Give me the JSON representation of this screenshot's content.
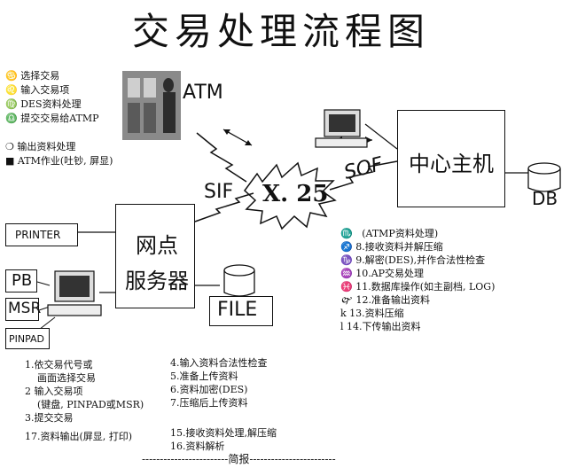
{
  "title": "交易处理流程图",
  "atm": {
    "label": "ATM",
    "steps": [
      {
        "icon": "♋",
        "text": "选择交易"
      },
      {
        "icon": "♌",
        "text": "输入交易项"
      },
      {
        "icon": "♍",
        "text": "DES资料处理"
      },
      {
        "icon": "♎",
        "text": "提交交易给ATMP"
      }
    ],
    "steps2": [
      {
        "icon": "❍",
        "text": "输出资料处理"
      },
      {
        "icon": "■",
        "text": "ATM作业(吐钞, 屏显)"
      }
    ]
  },
  "network": {
    "label": "X. 25",
    "sif": "SIF",
    "sof": "SOF"
  },
  "host": {
    "label": "中心主机",
    "db_label": "DB"
  },
  "server": {
    "line1": "网点",
    "line2": "服务器",
    "file_label": "FILE"
  },
  "peripherals": {
    "printer": "PRINTER",
    "pb": "PB",
    "msr": "MSR",
    "pinpad": "PINPAD"
  },
  "atmp_steps": [
    {
      "icon": "♏",
      "text": "(ATMP资料处理)"
    },
    {
      "icon": "♐",
      "text": "8.接收资料并解压缩"
    },
    {
      "icon": "♑",
      "text": "9.解密(DES),并作合法性检查"
    },
    {
      "icon": "♒",
      "text": "10.AP交易处理"
    },
    {
      "icon": "♓",
      "text": "11.数据库操作(如主副档, LOG)"
    },
    {
      "icon": "🙰",
      "text": "12.准备输出资料"
    },
    {
      "icon": "k",
      "text": "13.资料压缩"
    },
    {
      "icon": "l",
      "text": "14.下传输出资料"
    }
  ],
  "branch_steps_left": [
    "1.依交易代号或",
    "  画面选择交易",
    "2 输入交易项",
    "  (键盘, PINPAD或MSR)",
    "3.提交交易",
    "17.资料输出(屏显, 打印)"
  ],
  "branch_steps_right": [
    "4.输入资料合法性检查",
    "5.准备上传资料",
    "6.资料加密(DES)",
    "7.压缩后上传资料",
    "",
    "15.接收资料处理,解压缩",
    "16.资料解析"
  ],
  "footer": "------------------------简报------------------------"
}
